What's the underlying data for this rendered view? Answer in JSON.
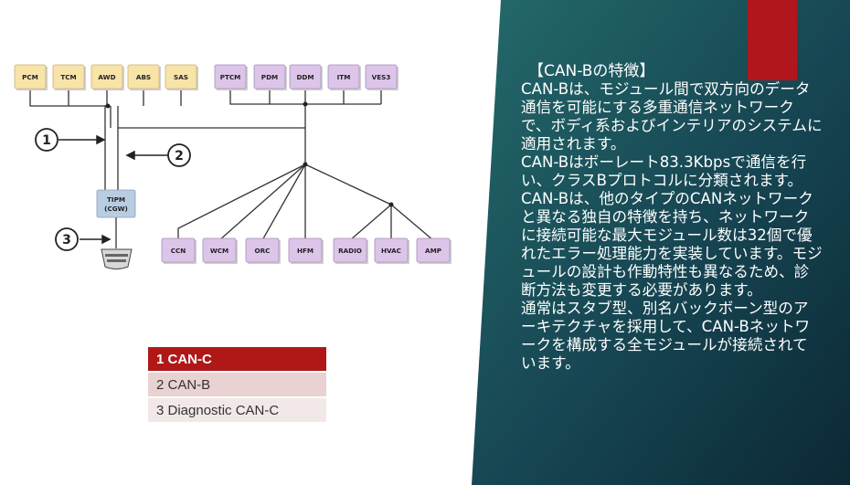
{
  "colors": {
    "panel_dark": "#0d2a35",
    "panel_teal": "#1f5e62",
    "accent_red": "#b0161c",
    "module_yellow": "#f8e3a8",
    "module_purple": "#dcc5e9",
    "module_blue": "#b8cde2"
  },
  "diagram": {
    "modules_left_top": [
      "PCM",
      "TCM",
      "AWD",
      "ABS",
      "SAS"
    ],
    "modules_right_top": [
      "PTCM",
      "PDM",
      "DDM",
      "ITM",
      "VES3"
    ],
    "gateway": [
      "TIPM",
      "(CGW)"
    ],
    "modules_bottom": [
      "CCN",
      "WCM",
      "ORC",
      "HFM",
      "RADIO",
      "HVAC",
      "AMP"
    ],
    "callouts": [
      "1",
      "2",
      "3"
    ]
  },
  "legend": [
    "1 CAN-C",
    "2 CAN-B",
    "3 Diagnostic CAN-C"
  ],
  "text_panel": {
    "title": "【CAN-Bの特徴】",
    "paragraphs": [
      "CAN-Bは、モジュール間で双方向のデータ通信を可能にする多重通信ネットワークで、ボディ系およびインテリアのシステムに適用されます。",
      "CAN-Bはボーレート83.3Kbpsで通信を行い、クラスBプロトコルに分類されます。CAN-Bは、他のタイプのCANネットワークと異なる独自の特徴を持ち、ネットワークに接続可能な最大モジュール数は32個で優れたエラー処理能力を実装しています。モジュールの設計も作動特性も異なるため、診断方法も変更する必要があります。",
      "通常はスタブ型、別名バックボーン型のアーキテクチャを採用して、CAN-Bネットワークを構成する全モジュールが接続されています。"
    ]
  }
}
